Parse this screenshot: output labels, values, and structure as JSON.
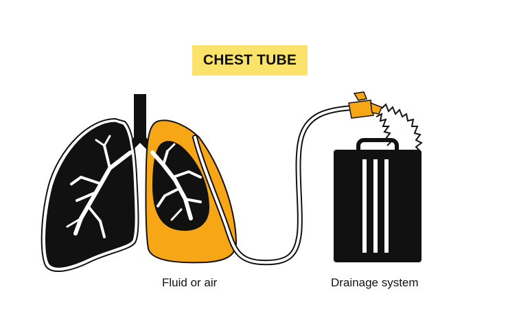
{
  "title": "CHEST TUBE",
  "labels": {
    "fluid_or_air": "Fluid or air",
    "drainage_system": "Drainage system"
  },
  "colors": {
    "title_background": "#fbe26a",
    "fluid": "#f7a616",
    "clamp": "#f7a616",
    "lung": "#111111",
    "outline": "#111111",
    "background": "#ffffff"
  },
  "icons": {
    "left_lung": "lung-icon",
    "right_lung": "lung-with-fluid-icon",
    "trachea": "trachea-icon",
    "tube": "chest-tube-icon",
    "clamp": "tube-clamp-icon",
    "drainage_box": "drainage-box-icon"
  }
}
